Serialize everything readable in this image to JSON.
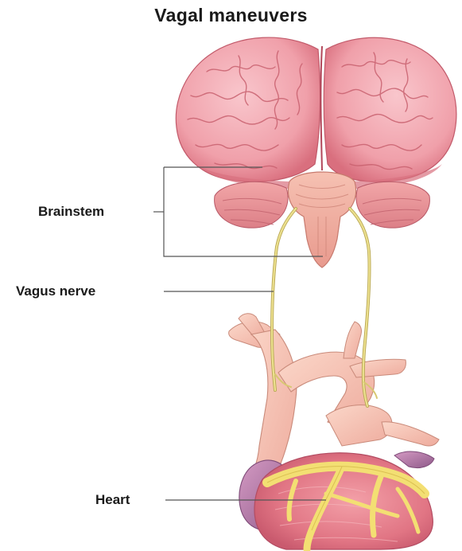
{
  "figure": {
    "title": "Vagal maneuvers",
    "labels": {
      "brainstem": "Brainstem",
      "vagus_nerve": "Vagus nerve",
      "heart": "Heart"
    }
  },
  "colors": {
    "brain": "#f2a2ab",
    "brain_shadow": "#d9707f",
    "brainstem": "#f4b4a4",
    "nerve": "#e6d98a",
    "vessel": "#f7c4b4",
    "heart_muscle": "#e77a86",
    "heart_fat": "#f3e07a",
    "heart_purple": "#b07aa8",
    "leader_line": "#555555"
  }
}
